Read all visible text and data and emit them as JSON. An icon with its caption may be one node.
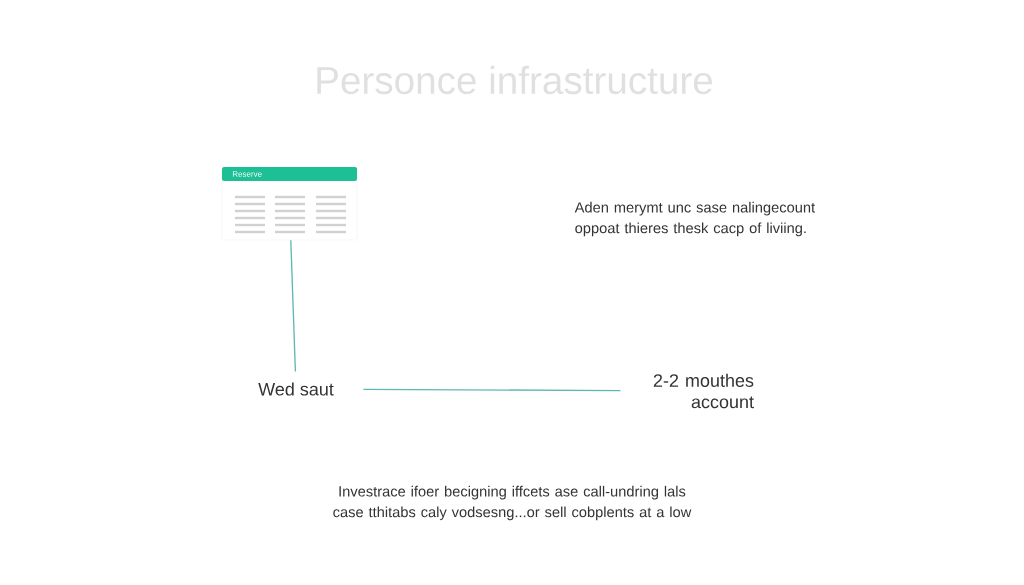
{
  "diagram": {
    "title": "Personce infrastructure",
    "nodes": [
      {
        "text": [
          "Reserve"
        ]
      },
      {
        "text": [
          "Wed saut"
        ]
      },
      {
        "text": [
          "2-2 mouthes account"
        ]
      }
    ],
    "edges": [
      {
        "from": 0,
        "to": 1,
        "arrow": "none"
      },
      {
        "from": 1,
        "to": 2,
        "arrow": "none"
      }
    ],
    "labels": [
      "Aden merymt unc sase nalingecount oppoat thieres thesk cacp of liviing.",
      "Investrace ifoer becigning iffcets ase call-undring lals case tthitabs caly vodsesng...or sell cobplents at a low"
    ]
  }
}
